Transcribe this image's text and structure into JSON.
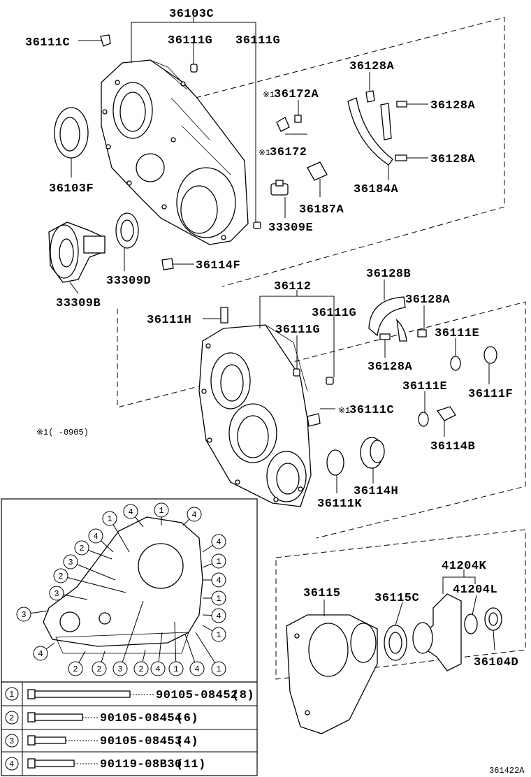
{
  "labels": {
    "p36103C": "36103C",
    "p36111C_top": "36111C",
    "p36111G_a": "36111G",
    "p36111G_b": "36111G",
    "p36128A_top": "36128A",
    "p36172A": "36172A",
    "p36128A_mid1": "36128A",
    "p36172": "36172",
    "p36128A_mid2": "36128A",
    "p36103F": "36103F",
    "p36187A": "36187A",
    "p36184A": "36184A",
    "p33309E": "33309E",
    "p36114F": "36114F",
    "p33309D": "33309D",
    "p33309B": "33309B",
    "p36112": "36112",
    "p36128B": "36128B",
    "p36111H": "36111H",
    "p36111G_c": "36111G",
    "p36128A_low": "36128A",
    "p36111G_d": "36111G",
    "p36111E_a": "36111E",
    "p36128A_low2": "36128A",
    "p36111F": "36111F",
    "p36111E_b": "36111E",
    "p36111C_low": "36111C",
    "p36114B": "36114B",
    "p36114H": "36114H",
    "p36111K": "36111K",
    "p41204K": "41204K",
    "p36115": "36115",
    "p36115C": "36115C",
    "p41204L": "41204L",
    "p36104D": "36104D"
  },
  "marks": {
    "m1": "※1",
    "m2": "※1",
    "m3": "※1",
    "footnote": "※1(    -0905)"
  },
  "legend": [
    {
      "key": "1",
      "part": "90105-08452",
      "qty": "(8)"
    },
    {
      "key": "2",
      "part": "90105-08454",
      "qty": "(6)"
    },
    {
      "key": "3",
      "part": "90105-08453",
      "qty": "(4)"
    },
    {
      "key": "4",
      "part": "90119-08B30",
      "qty": "(11)"
    }
  ],
  "bolt_callouts": [
    "1",
    "4",
    "1",
    "4",
    "4",
    "2",
    "4",
    "1",
    "3",
    "4",
    "2",
    "1",
    "3",
    "4",
    "1",
    "3",
    "4",
    "2",
    "2",
    "3",
    "2",
    "4",
    "1",
    "4",
    "1"
  ],
  "figure_code": "361422A"
}
